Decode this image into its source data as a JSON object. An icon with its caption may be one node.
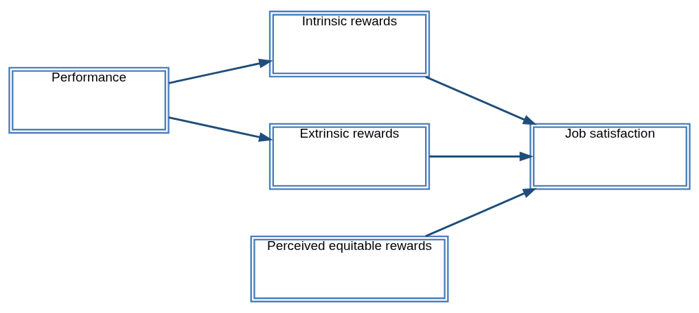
{
  "diagram": {
    "nodes": [
      {
        "text": [
          "Performance"
        ]
      },
      {
        "text": [
          "Intrinsic rewards"
        ]
      },
      {
        "text": [
          "Extrinsic rewards"
        ]
      },
      {
        "text": [
          "Perceived equitable rewards"
        ]
      },
      {
        "text": [
          "Job satisfaction"
        ]
      }
    ],
    "edges": [
      {
        "from": 0,
        "to": 1,
        "arrow": "to"
      },
      {
        "from": 0,
        "to": 2,
        "arrow": "to"
      },
      {
        "from": 1,
        "to": 4,
        "arrow": "to"
      },
      {
        "from": 2,
        "to": 4,
        "arrow": "to"
      },
      {
        "from": 3,
        "to": 4,
        "arrow": "to"
      }
    ]
  }
}
